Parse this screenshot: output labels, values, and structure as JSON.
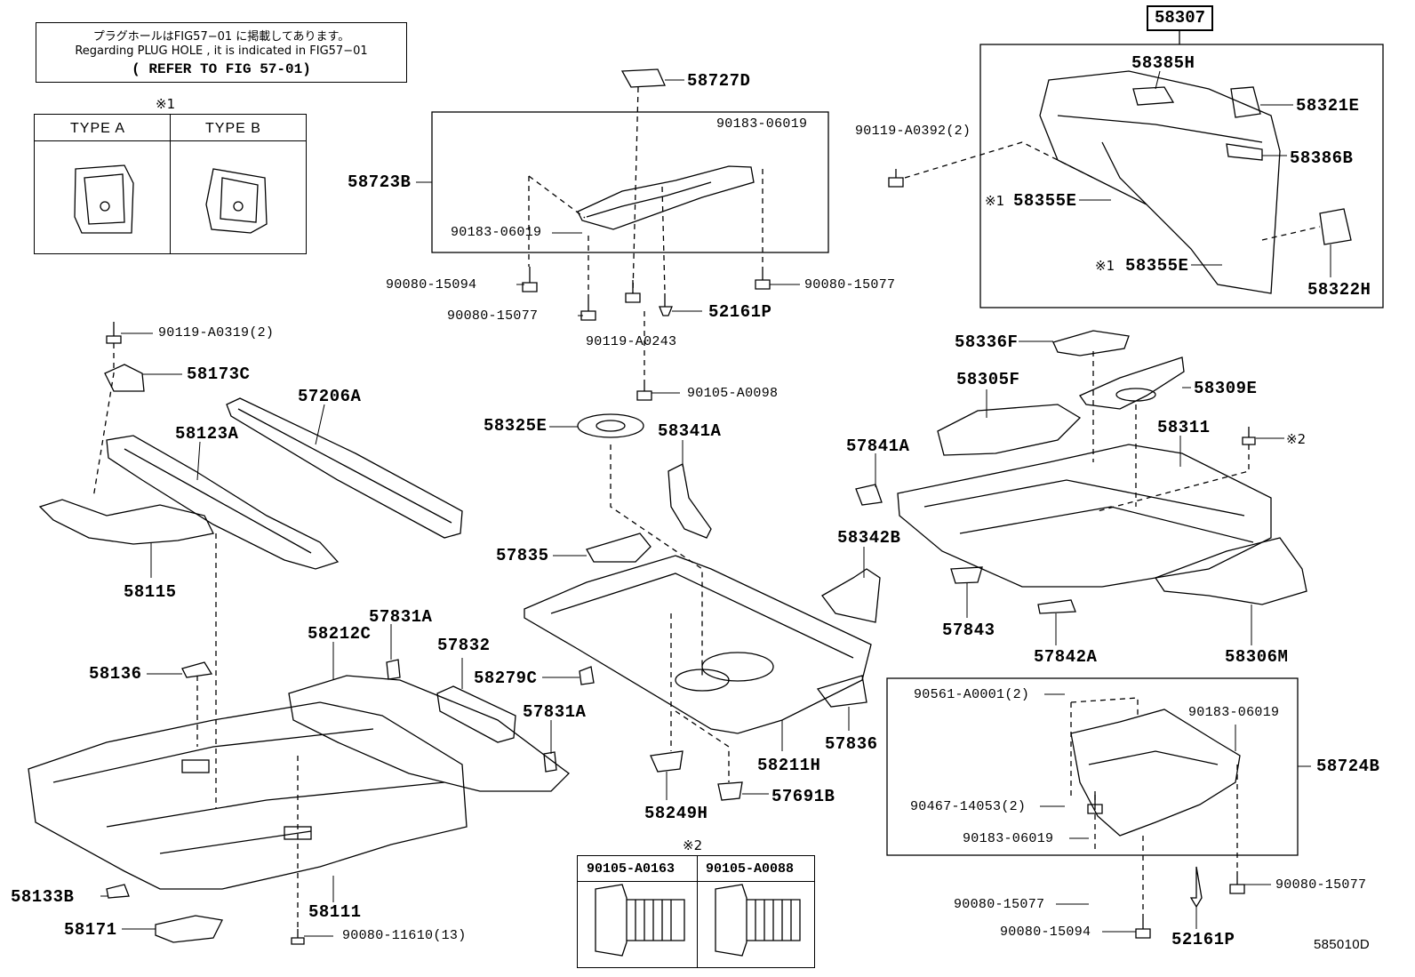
{
  "note": {
    "line1": "プラグホールはFIG57−01 に掲載してあります。",
    "line2": "Regarding PLUG HOLE , it is indicated in FIG57−01",
    "line3": "( REFER TO FIG 57-01)"
  },
  "mark1": "※1",
  "mark2": "※2",
  "type_box": {
    "type_a": "TYPE A",
    "type_b": "TYPE B"
  },
  "main_ref": "58307",
  "diagram_id": "585010D",
  "fastener_box": {
    "col1": "90105-A0163",
    "col2": "90105-A0088"
  },
  "labels": {
    "p58727D": "58727D",
    "p90183_06019_a": "90183-06019",
    "p58723B": "58723B",
    "p90183_06019_b": "90183-06019",
    "p90080_15094_a": "90080-15094",
    "p90080_15077_a": "90080-15077",
    "p90080_15077_b": "90080-15077",
    "p52161P_a": "52161P",
    "p90119_A0243": "90119-A0243",
    "p90105_A0098": "90105-A0098",
    "p90119_A0319": "90119-A0319(2)",
    "p58173C": "58173C",
    "p57206A": "57206A",
    "p58123A": "58123A",
    "p58115": "58115",
    "p58325E": "58325E",
    "p58341A": "58341A",
    "p57835": "57835",
    "p58342B": "58342B",
    "p58212C": "58212C",
    "p57831A_a": "57831A",
    "p57832": "57832",
    "p58279C": "58279C",
    "p57831A_b": "57831A",
    "p58136": "58136",
    "p58211H": "58211H",
    "p57836": "57836",
    "p58249H": "58249H",
    "p57691B": "57691B",
    "p58133B": "58133B",
    "p58111": "58111",
    "p58171": "58171",
    "p90080_11610": "90080-11610(13)",
    "p58385H": "58385H",
    "p58321E": "58321E",
    "p90119_A0392": "90119-A0392(2)",
    "p58386B": "58386B",
    "p58355E_a": "58355E",
    "p58355E_b": "58355E",
    "p58322H": "58322H",
    "p58336F": "58336F",
    "p58305F": "58305F",
    "p58309E": "58309E",
    "p58311": "58311",
    "p57841A": "57841A",
    "p57843": "57843",
    "p57842A": "57842A",
    "p58306M": "58306M",
    "p90561_A0001": "90561-A0001(2)",
    "p90183_06019_c": "90183-06019",
    "p58724B": "58724B",
    "p90467_14053": "90467-14053(2)",
    "p90183_06019_d": "90183-06019",
    "p90080_15077_c": "90080-15077",
    "p90080_15077_d": "90080-15077",
    "p90080_15094_b": "90080-15094",
    "p52161P_b": "52161P"
  }
}
